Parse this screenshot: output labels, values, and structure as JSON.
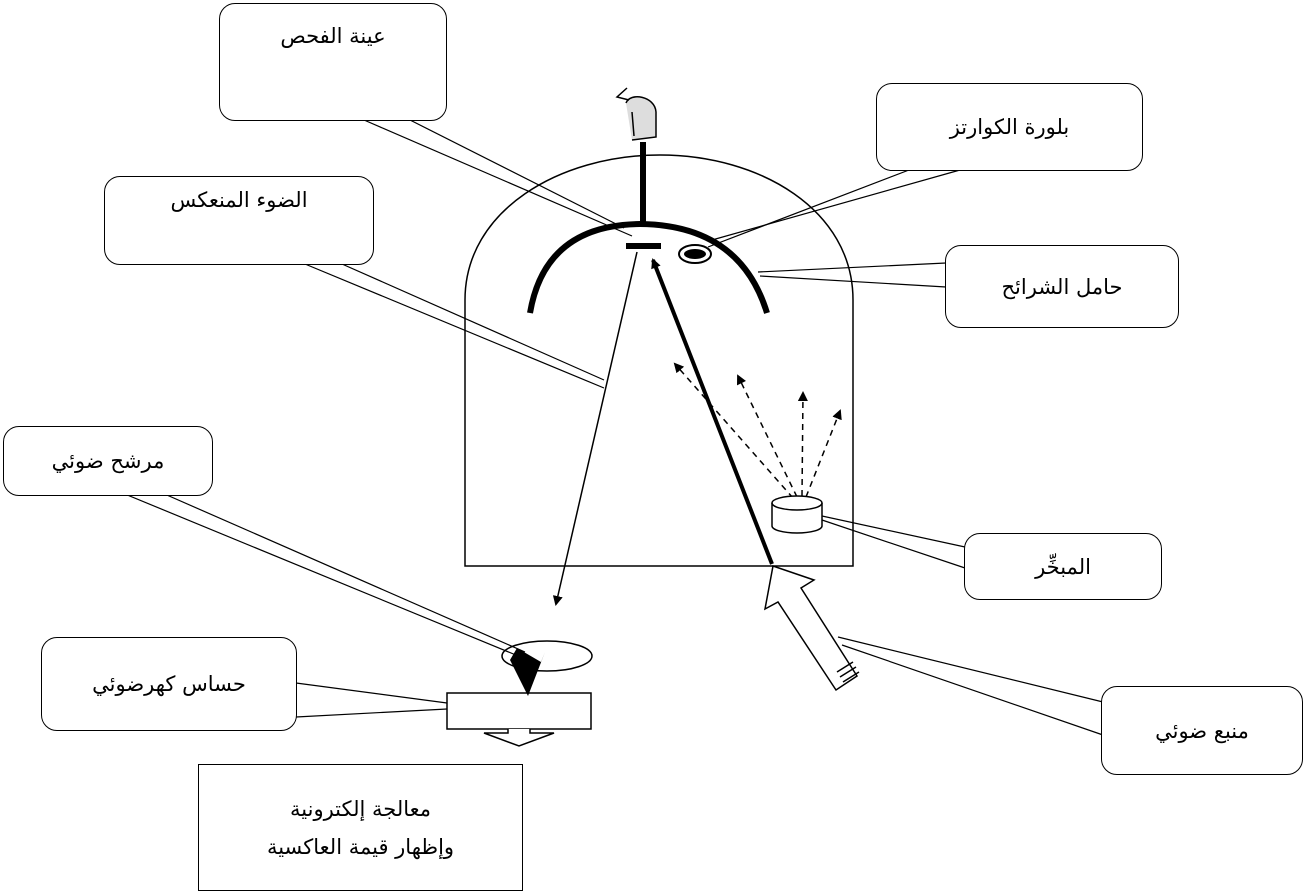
{
  "labels": {
    "sample": "عينة الفحص",
    "quartz": "بلورة الكوارتز",
    "reflected": "الضوء المنعكس",
    "holder": "حامل الشرائح",
    "filter": "مرشح ضوئي",
    "vaporizer": "المبخِّر",
    "detector": "حساس كهرضوئي",
    "source": "منبع ضوئي"
  },
  "processing": {
    "line1": "معالجة إلكترونية",
    "line2": "وإظهار قيمة العاكسية"
  }
}
